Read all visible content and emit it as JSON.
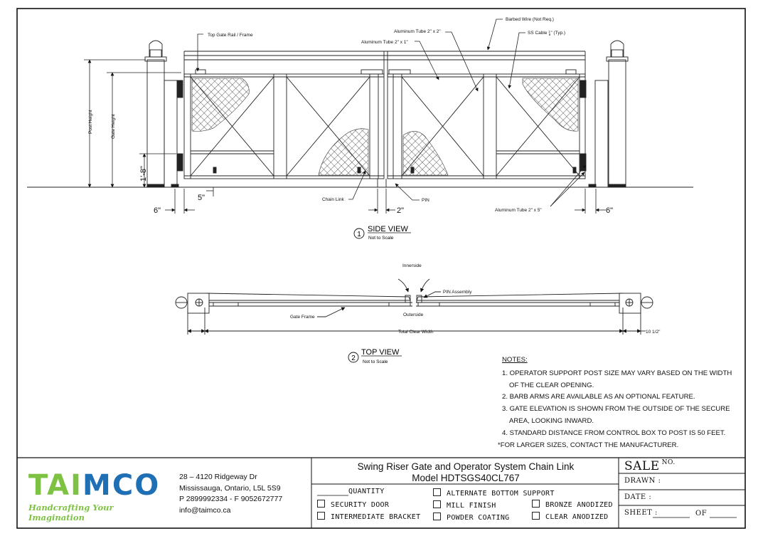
{
  "drawing": {
    "side_view": {
      "title": "SIDE VIEW",
      "number": "1",
      "scale": "Not to Scale",
      "labels": {
        "top_rail": "Top Gate Rail / Frame",
        "alum_2x2": "Aluminum Tube 2\" x 2\"",
        "alum_2x1": "Aluminum Tube 2\" x 1\"",
        "barbed": "Barbed Wire (Not Req.)",
        "ss_cable": "SS Cable ",
        "ss_cable_frac_num": "1",
        "ss_cable_frac_den": "8",
        "ss_cable_tail": "\" (Typ.)",
        "post_height": "Post Height",
        "gate_height": "Gate Height",
        "dim_1_8": "1'-8\"",
        "dim_5": "5\"",
        "dim_6_left": "6\"",
        "dim_2": "2\"",
        "dim_6_right": "6\"",
        "chain_link": "Chain Link",
        "pin": "PIN",
        "alum_2x5": "Aluminum Tube 2\" x 5\""
      }
    },
    "top_view": {
      "title": "TOP VIEW",
      "number": "2",
      "scale": "Not to Scale",
      "labels": {
        "innerside": "Innerside",
        "pin_assembly": "PIN Assembly",
        "gate_frame": "Gate Frame",
        "outerside": "Outerside",
        "clear_width": "Total Clear Width",
        "dim_10": "10 1/2\""
      }
    }
  },
  "notes": {
    "heading": "NOTES:",
    "lines": [
      "1. OPERATOR SUPPORT POST SIZE MAY VARY BASED ON THE WIDTH",
      "OF THE CLEAR OPENING.",
      "2. BARB ARMS ARE AVAILABLE AS AN OPTIONAL FEATURE.",
      "3. GATE ELEVATION IS SHOWN FROM THE OUTSIDE OF THE SECURE",
      "AREA, LOOKING INWARD.",
      "4. STANDARD DISTANCE FROM CONTROL BOX TO POST IS 50 FEET.",
      "*FOR LARGER SIZES, CONTACT THE MANUFACTURER."
    ]
  },
  "title_block": {
    "logo": {
      "word": "TAIMCO",
      "tagline": "Handcrafting Your Imagination",
      "green": "#7dc242",
      "blue": "#1f6fb5"
    },
    "address": [
      "28 – 4120 Ridgeway Dr",
      "Mississauga, Ontario, L5L 5S9",
      "P 2899992334 - F 9052672777",
      "info@taimco.ca"
    ],
    "title_line1": "Swing Riser Gate and Operator System Chain Link",
    "title_line2": "Model HDTSGS40CL767",
    "quantity_label": "QUANTITY",
    "options_left": [
      "SECURITY DOOR",
      "INTERMEDIATE BRACKET"
    ],
    "options_mid": [
      "ALTERNATE BOTTOM SUPPORT",
      "MILL FINISH",
      "POWDER COATING"
    ],
    "options_right": [
      "BRONZE ANODIZED",
      "CLEAR ANODIZED"
    ],
    "sale_label": "SALE",
    "no_label": "NO.",
    "drawn_label": "DRAWN :",
    "date_label": "DATE :",
    "sheet_label": "SHEET :",
    "of_label": "OF"
  }
}
